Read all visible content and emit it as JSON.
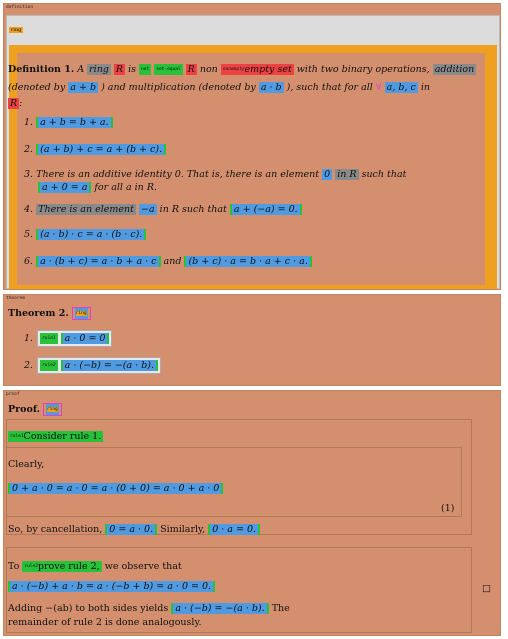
{
  "definition": {
    "tag": "definition",
    "ring_tag": "ring",
    "heading": "Definition 1.",
    "intro_1": "A",
    "ring_word": "ring",
    "intro_2": "is",
    "non": "non",
    "nonempty_label": "nonempty",
    "empty_set": "empty set",
    "two_ops": "with two binary operations,",
    "addition": "addition",
    "denoted_by_1": "(denoted by",
    "plus_expr": "a + b",
    "and_mult": ") and multiplication (denoted by",
    "times_expr": "a · b",
    "such_that": "), such that for all",
    "vars": "a, b, c",
    "in": "in",
    "R": "R",
    "items": [
      {
        "num": "1.",
        "text": "a + b = b + a."
      },
      {
        "num": "2.",
        "text": "(a + b) + c = a + (b + c)."
      },
      {
        "num": "3.",
        "text_1": "There is an additive identity 0. That is, there is an element",
        "zero": "0",
        "in_R": "in R",
        "text_2": "such that",
        "eq": "a + 0 = a",
        "text_3": "for all a in R."
      },
      {
        "num": "4.",
        "text_1": "There is an element",
        "neg": "−a",
        "text_2": "in R such that",
        "eq": "a + (−a) = 0."
      },
      {
        "num": "5.",
        "text": "(a · b) · c = a · (b · c)."
      },
      {
        "num": "6.",
        "eq1": "a · (b + c) = a · b + a · c",
        "and": "and",
        "eq2": "(b + c) · a = b · a + c · a."
      }
    ]
  },
  "theorem": {
    "tag": "theorem",
    "heading": "Theorem 2.",
    "ring_tag": "ring",
    "rules": [
      {
        "num": "1.",
        "label": "rule1",
        "eq": "a · 0 = 0"
      },
      {
        "num": "2.",
        "label": "rule2",
        "eq": "a · (−b) = −(a · b)."
      }
    ]
  },
  "proof": {
    "tag": "proof",
    "heading": "Proof.",
    "ring_tag": "ring",
    "consider": "Consider rule 1.",
    "rule1_label": "rule1",
    "clearly": "Clearly,",
    "eq1": "0 + a · 0 = a · 0 = a · (0 + 0) = a · 0 + a · 0",
    "eq_num": "(1)",
    "cancel_1": "So, by cancellation,",
    "cancel_eq": "0 = a · 0.",
    "cancel_2": "Similarly,",
    "sim_eq": "0 · a = 0.",
    "to": "To",
    "prove_rule2": "prove rule 2,",
    "rule2_label": "rule2",
    "we_observe": "we observe that",
    "obs_eq": "a · (−b) + a · b = a · (−b + b) = a · 0 = 0.",
    "adding": "Adding −(ab) to both sides yields",
    "add_eq": "a · (−b) = −(a · b).",
    "the": "The",
    "remainder": "remainder of rule 2 is done analogously.",
    "qed": "□"
  }
}
